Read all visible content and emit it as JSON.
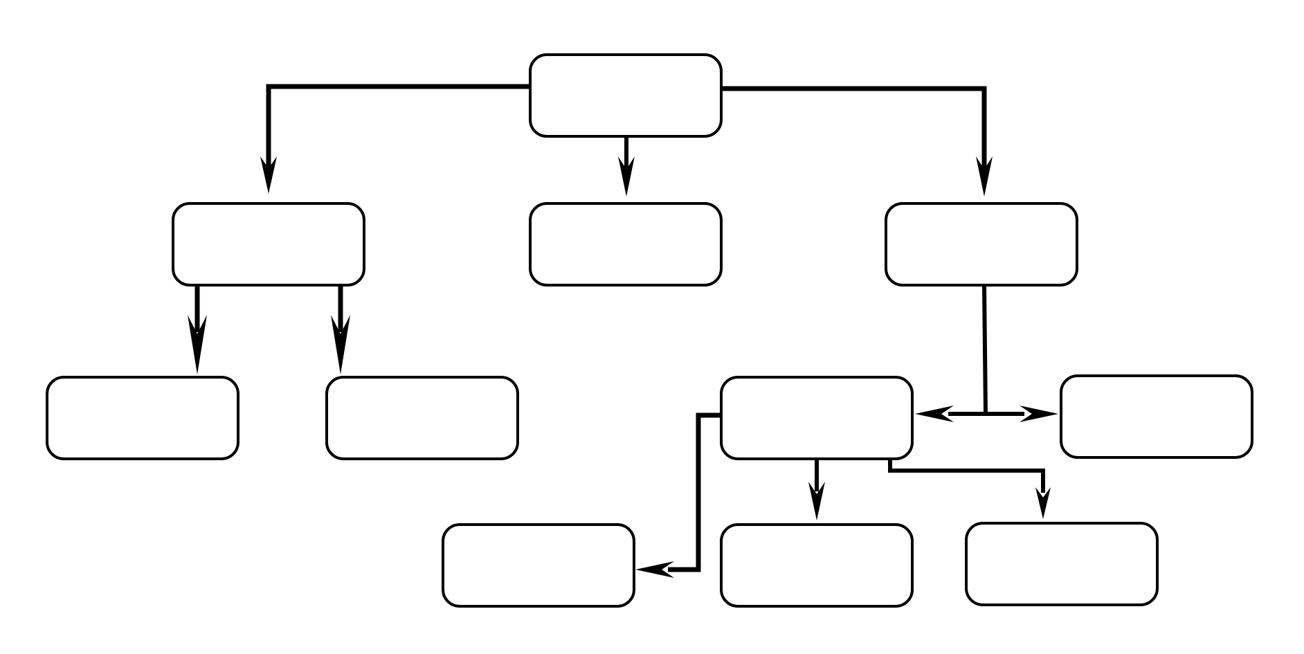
{
  "diagram": {
    "type": "flowchart-tree",
    "colors": {
      "background": "#ffffff",
      "stroke": "#000000",
      "fill": "#ffffff"
    },
    "nodes": [
      {
        "id": "root",
        "label": ""
      },
      {
        "id": "left-child",
        "label": ""
      },
      {
        "id": "middle-child",
        "label": ""
      },
      {
        "id": "right-child",
        "label": ""
      },
      {
        "id": "left-left-leaf",
        "label": ""
      },
      {
        "id": "left-right-leaf",
        "label": ""
      },
      {
        "id": "right-hub",
        "label": ""
      },
      {
        "id": "right-side-leaf",
        "label": ""
      },
      {
        "id": "hub-left-leaf",
        "label": ""
      },
      {
        "id": "hub-middle-leaf",
        "label": ""
      },
      {
        "id": "hub-right-leaf",
        "label": ""
      }
    ],
    "edges": [
      {
        "from": "root",
        "to": "left-child"
      },
      {
        "from": "root",
        "to": "middle-child"
      },
      {
        "from": "root",
        "to": "right-child"
      },
      {
        "from": "left-child",
        "to": "left-left-leaf"
      },
      {
        "from": "left-child",
        "to": "left-right-leaf"
      },
      {
        "from": "right-child",
        "to": "right-hub"
      },
      {
        "from": "right-child",
        "to": "right-side-leaf"
      },
      {
        "from": "right-hub",
        "to": "hub-left-leaf"
      },
      {
        "from": "right-hub",
        "to": "hub-middle-leaf"
      },
      {
        "from": "right-hub",
        "to": "hub-right-leaf"
      }
    ]
  }
}
